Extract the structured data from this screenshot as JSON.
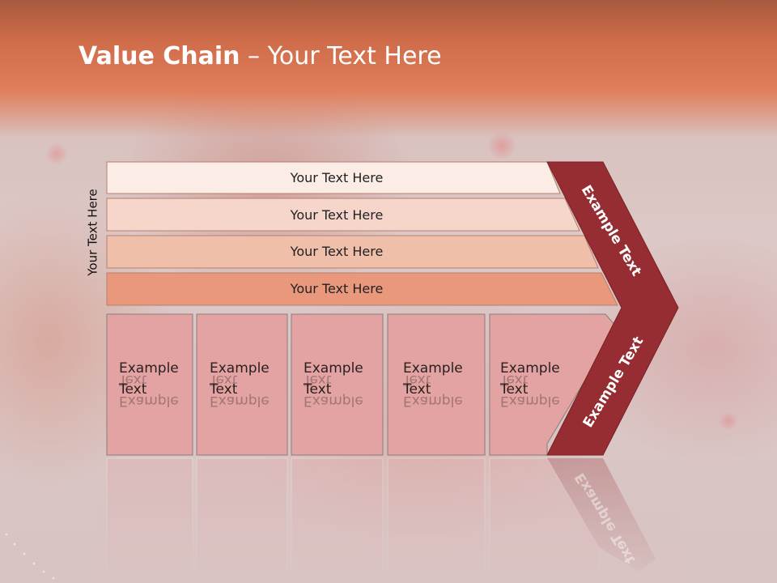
{
  "slide": {
    "title_bold": "Value Chain",
    "title_sep": " – ",
    "title_rest": "Your Text Here",
    "side_label": "Your Text Here"
  },
  "rows": [
    {
      "label": "Your Text Here",
      "color": "#fbece6"
    },
    {
      "label": "Your Text Here",
      "color": "#f6d6ca"
    },
    {
      "label": "Your Text Here",
      "color": "#f0bfaa"
    },
    {
      "label": "Your Text Here",
      "color": "#e9987c"
    }
  ],
  "cells": [
    {
      "line1": "Example",
      "line2": "Text"
    },
    {
      "line1": "Example",
      "line2": "Text"
    },
    {
      "line1": "Example",
      "line2": "Text"
    },
    {
      "line1": "Example",
      "line2": "Text"
    },
    {
      "line1": "Example",
      "line2": "Text"
    }
  ],
  "chevron": {
    "top_label": "Example Text",
    "bottom_label": "Example Text",
    "color": "#952d32"
  },
  "colors": {
    "cell_fill": "#e3a3a3",
    "header_band": "#e07d5a"
  }
}
